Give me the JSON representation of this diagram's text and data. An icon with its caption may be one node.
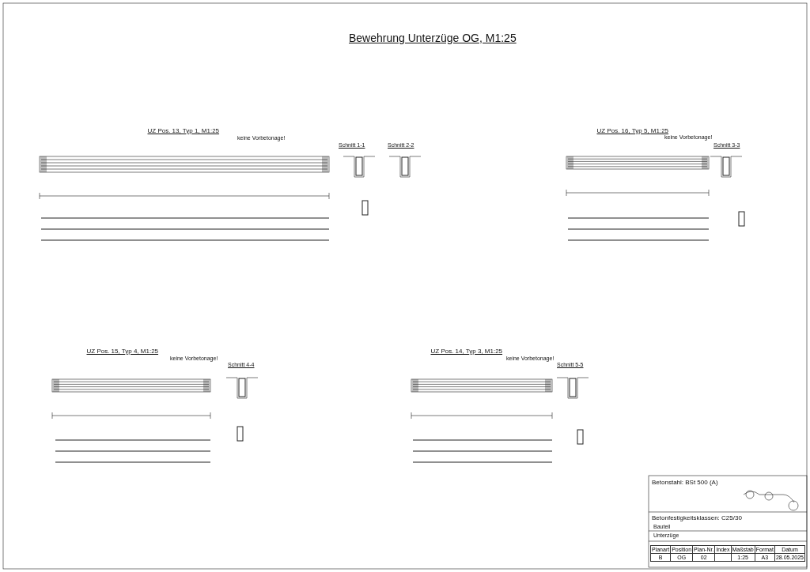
{
  "diagram": {
    "title": "Bewehrung Unterzüge OG, M1:25",
    "labels": [
      "UZ Pos. 13, Typ 1, M1:25",
      "keine Vorbetonage!",
      "Schnitt 1-1",
      "Schnitt 2-2",
      "UZ Pos. 16, Typ 5, M1:25",
      "keine Vorbetonage!",
      "Schnitt 3-3",
      "UZ Pos. 15, Typ 4, M1:25",
      "keine Vorbetonage!",
      "Schnitt 4-4",
      "UZ Pos. 14, Typ 3, M1:25",
      "keine Vorbetonage!",
      "Schnitt 5-5",
      "Betonstahl: BSt 500 (A)",
      "Betonfestigkeitsklassen: C25/30",
      "Bauteil",
      "Unterzüge",
      "Planart",
      "Position",
      "Plan-Nr.",
      "Index",
      "Maßstab",
      "Format",
      "Datum",
      "B",
      "OG",
      "02",
      "1:25",
      "A3",
      "28.05.2025"
    ]
  }
}
